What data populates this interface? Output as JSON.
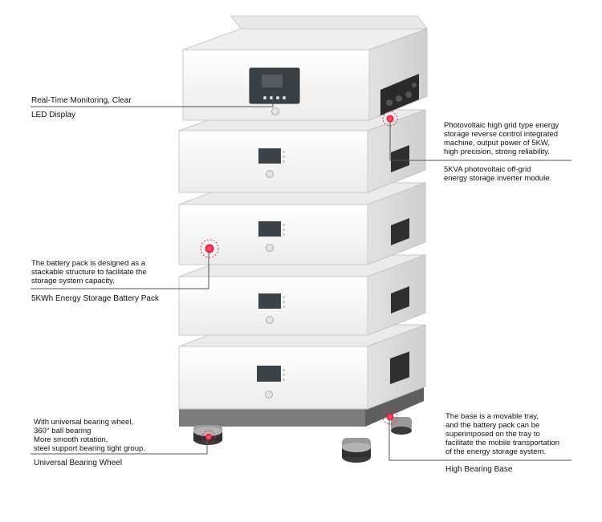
{
  "colors": {
    "accent": "#e8294a",
    "leader": "#555555",
    "module_face": "#f6f6f6",
    "module_top": "#ebebeb",
    "module_side": "#dcdcdc",
    "display": "#3a3f44",
    "base_tray": "#7a7a7a"
  },
  "annotations": {
    "led_display": {
      "line1": "Real-Time Monitoring, Clear",
      "line2": "LED Display"
    },
    "inverter": {
      "description": "Photovoltaic high grid type energy\nstorage reverse control integrated\nmachine, output power of 5KW,\nhigh precision, strong reliability.",
      "title": "5KVA photovoltaic off-grid\nenergy storage inverter module."
    },
    "battery_pack": {
      "description": "The battery pack is designed as a\nstackable structure to facilitate the\nstorage system capacity.",
      "title": "5KWh Energy Storage Battery Pack"
    },
    "wheel": {
      "description": "With universal bearing wheel,\n360° ball bearing\nMore smooth rotation,\nsteel support bearing tight group.",
      "title": "Universal Bearing Wheel"
    },
    "base": {
      "description": "The base is a movable tray,\nand the battery pack can be\nsuperimposed on the tray to\nfacilitate the mobile transportation\nof the energy storage system.",
      "title": "High Bearing Base"
    }
  }
}
